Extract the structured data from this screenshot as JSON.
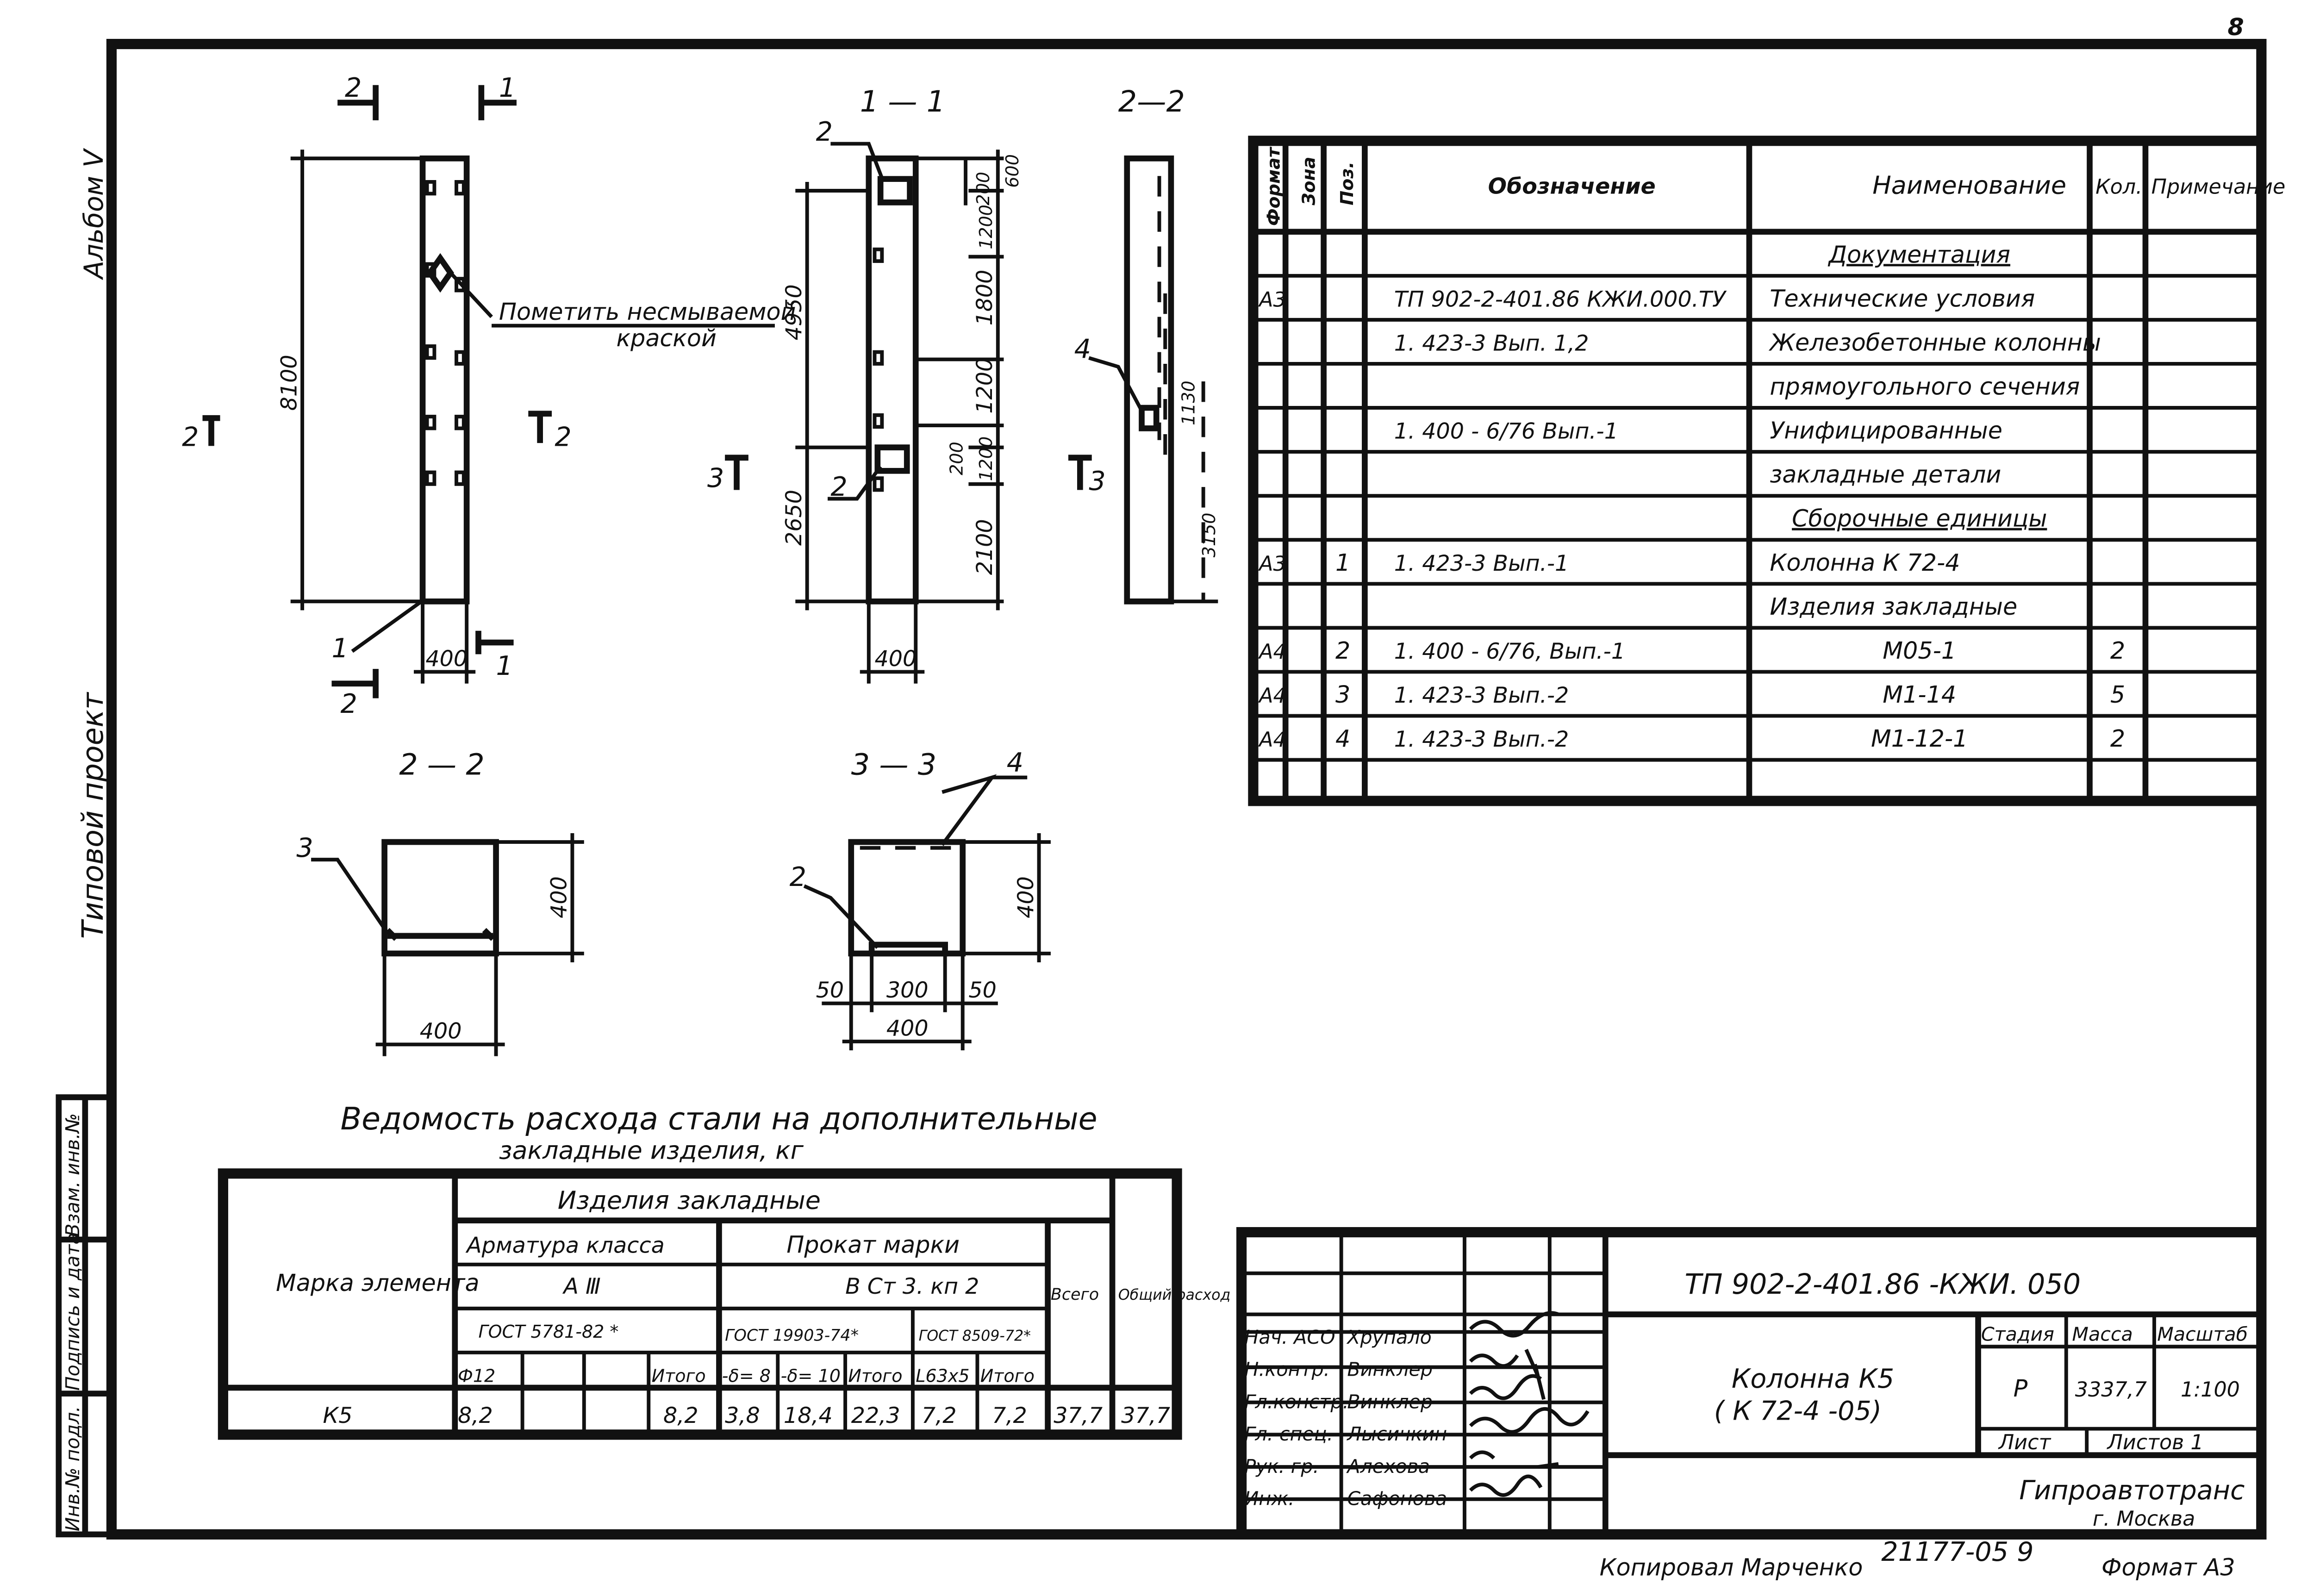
{
  "page": {
    "sheet_no": "8",
    "album": "Альбом Ⅴ",
    "project_type": "Типовой проект",
    "stamp": "Копировал   Марченко",
    "code_bottom": "21177-05  9",
    "format": "Формат А3"
  },
  "side_stamp": [
    "Инв.№ подл.",
    "Подпись и дата",
    "Взам. инв.№"
  ],
  "views": {
    "front_title_left": "2",
    "front_title_right": "1",
    "section_11_title": "1 — 1",
    "section_22_top_title": "2—2",
    "section_22_bottom_title": "2 — 2",
    "section_33_title": "3 — 3",
    "note_mark": "Пометить несмываемой",
    "note_mark_2": "краской",
    "dim_8100": "8100",
    "dim_400_front": "400",
    "mark_2_left": "2",
    "mark_2_right": "2",
    "mark_1": "1",
    "mark_1_bot": "1",
    "mark_2_bot": "2",
    "mark_3_left": "3",
    "mark_3_right": "3",
    "dim_4950": "4950",
    "dim_2650": "2650",
    "dim_400_sec": "400",
    "dim_600": "600",
    "dim_200a": "200",
    "dim_1200a": "1200",
    "dim_1800": "1800",
    "dim_1200b": "1200",
    "dim_200b": "200",
    "dim_1200c": "1200",
    "dim_2100": "2100",
    "pos_2_top": "2",
    "pos_2_low": "2",
    "pos_4": "4",
    "dim_1130": "1130",
    "dim_3150": "3150",
    "s22_dim_400v": "400",
    "s22_dim_400h": "400",
    "s22_pos": "3",
    "s33_dim_400v": "400",
    "s33_dim_50a": "50",
    "s33_dim_300": "300",
    "s33_dim_50b": "50",
    "s33_dim_400h": "400",
    "s33_pos_4": "4",
    "s33_pos_2": "2"
  },
  "spec": {
    "headers": [
      "Формат",
      "Зона",
      "Поз.",
      "Обозначение",
      "Наименование",
      "Кол.",
      "Примечание"
    ],
    "rows": [
      {
        "fmt": "",
        "zone": "",
        "pos": "",
        "des": "",
        "name": "Документация",
        "qty": "",
        "note": ""
      },
      {
        "fmt": "А3",
        "zone": "",
        "pos": "",
        "des": "ТП 902-2-401.86  КЖИ.000.ТУ",
        "name": "Технические условия",
        "qty": "",
        "note": ""
      },
      {
        "fmt": "",
        "zone": "",
        "pos": "",
        "des": "1. 423-3    Вып. 1,2",
        "name": "Железобетонные колонны",
        "qty": "",
        "note": ""
      },
      {
        "fmt": "",
        "zone": "",
        "pos": "",
        "des": "",
        "name": "прямоугольного сечения",
        "qty": "",
        "note": ""
      },
      {
        "fmt": "",
        "zone": "",
        "pos": "",
        "des": "1. 400 - 6/76   Вып.-1",
        "name": "Унифицированные",
        "qty": "",
        "note": ""
      },
      {
        "fmt": "",
        "zone": "",
        "pos": "",
        "des": "",
        "name": "закладные  детали",
        "qty": "",
        "note": ""
      },
      {
        "fmt": "",
        "zone": "",
        "pos": "",
        "des": "",
        "name": "Сборочные единицы",
        "qty": "",
        "note": ""
      },
      {
        "fmt": "А3",
        "zone": "",
        "pos": "1",
        "des": "1. 423-3   Вып.-1",
        "name": "Колонна    К 72-4",
        "qty": "",
        "note": ""
      },
      {
        "fmt": "",
        "zone": "",
        "pos": "",
        "des": "",
        "name": "Изделия   закладные",
        "qty": "",
        "note": ""
      },
      {
        "fmt": "А4",
        "zone": "",
        "pos": "2",
        "des": "1. 400 - 6/76, Вып.-1",
        "name": "М05-1",
        "qty": "2",
        "note": ""
      },
      {
        "fmt": "А4",
        "zone": "",
        "pos": "3",
        "des": "1. 423-3   Вып.-2",
        "name": "М1-14",
        "qty": "5",
        "note": ""
      },
      {
        "fmt": "А4",
        "zone": "",
        "pos": "4",
        "des": "1. 423-3   Вып.-2",
        "name": "М1-12-1",
        "qty": "2",
        "note": ""
      },
      {
        "fmt": "",
        "zone": "",
        "pos": "",
        "des": "",
        "name": "",
        "qty": "",
        "note": ""
      }
    ]
  },
  "steel": {
    "title_line1": "Ведомость   расхода   стали  на  дополнительные",
    "title_line2": "закладные     изделия,  кг",
    "h_mark": "Марка элемента",
    "h_items": "Изделия    закладные",
    "h_rebar": "Арматура класса",
    "h_rebar_class": "А Ⅲ",
    "h_rebar_gost": "ГОСТ 5781-82 *",
    "h_rolled": "Прокат  марки",
    "h_rolled_grade": "В Ст 3. кп 2",
    "h_rolled_gost1": "ГОСТ 19903-74*",
    "h_rolled_gost2": "ГОСТ 8509-72*",
    "h_total": "Всего",
    "h_grand": "Общий расход",
    "sub": [
      "Ф12",
      "",
      "",
      "Итого",
      "-δ= 8",
      "-δ= 10",
      "Итого",
      "L63х5",
      "Итого"
    ],
    "row": [
      "К5",
      "8,2",
      "",
      "",
      "8,2",
      "3,8",
      "18,4",
      "22,3",
      "7,2",
      "7,2",
      "37,7",
      "37,7"
    ]
  },
  "title_block": {
    "code": "ТП 902-2-401.86   -КЖИ. 050",
    "object_name_1": "Колонна  К5",
    "object_name_2": "( К 72-4 -05)",
    "h_stage": "Стадия",
    "h_mass": "Масса",
    "h_scale": "Масштаб",
    "stage": "Р",
    "mass": "3337,7",
    "scale": "1:100",
    "sheet": "Лист",
    "sheets": "Листов 1",
    "org_1": "Гипроавтотранс",
    "org_2": "г. Москва",
    "people": [
      {
        "role": "Нач. АСО",
        "name": "Хрупало"
      },
      {
        "role": "Н.контр.",
        "name": "Винклер"
      },
      {
        "role": "Гл.констр.",
        "name": "Винклер"
      },
      {
        "role": "Гл. спец.",
        "name": "Лысичкин"
      },
      {
        "role": "Рук. гр.",
        "name": "Алехова"
      },
      {
        "role": "Инж.",
        "name": "Сафонова"
      }
    ]
  }
}
